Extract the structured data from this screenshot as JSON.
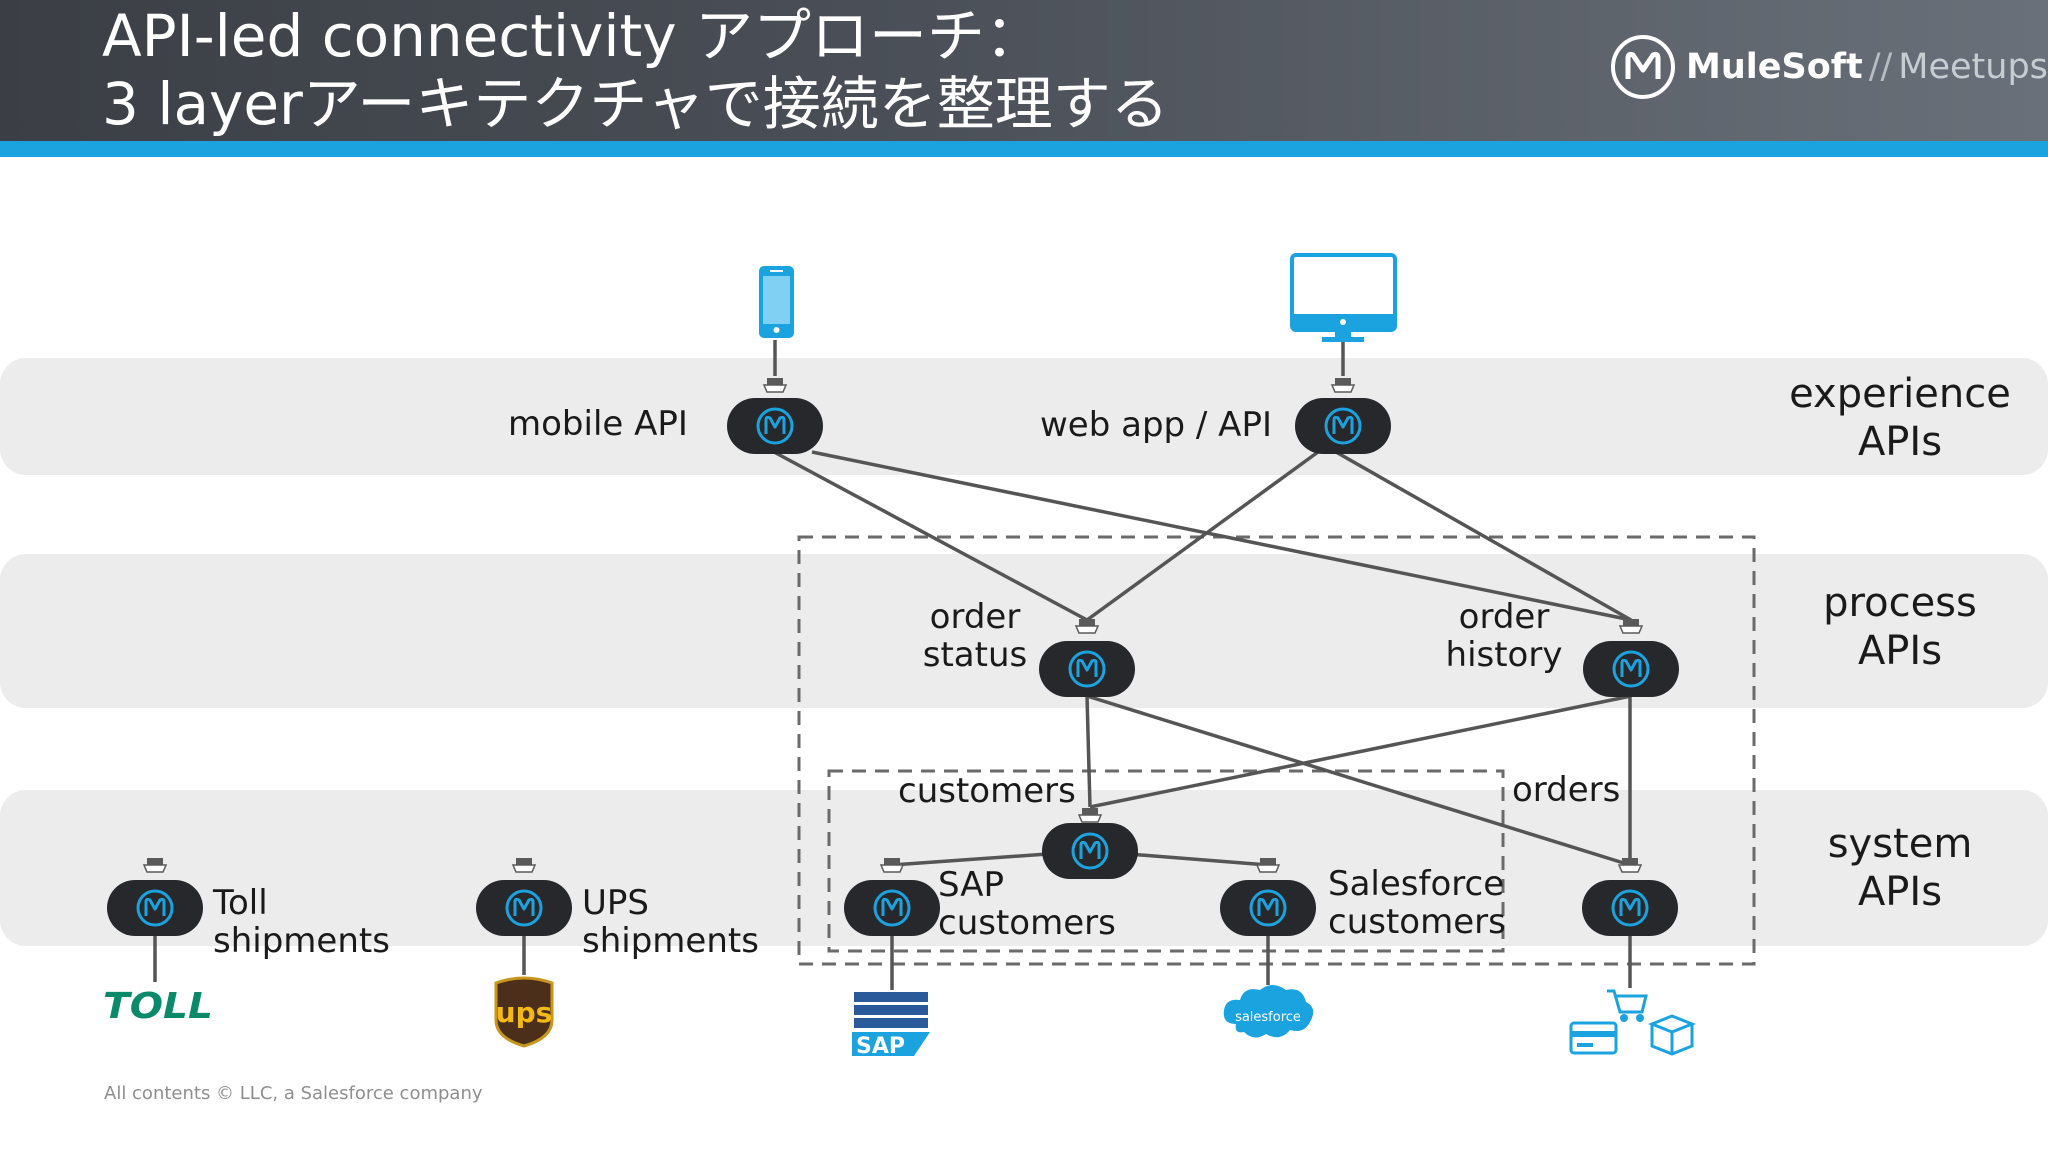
{
  "header": {
    "title_line1": "API-led connectivity アプローチ：",
    "title_line2": "3 layerアーキテクチャで接続を整理する",
    "logo_brand": "MuleSoft",
    "logo_slash": "//",
    "logo_suffix": "Meetups",
    "accent_color": "#1ba3df"
  },
  "layers": {
    "experience": [
      "experience",
      "APIs"
    ],
    "process": [
      "process",
      "APIs"
    ],
    "system": [
      "system",
      "APIs"
    ]
  },
  "nodes": {
    "mobile_api": "mobile API",
    "web_app_api": "web app / API",
    "order_status": [
      "order",
      "status"
    ],
    "order_history": [
      "order",
      "history"
    ],
    "customers": "customers",
    "orders": "orders",
    "sap_customers": [
      "SAP",
      "customers"
    ],
    "salesforce_customers": [
      "Salesforce",
      "customers"
    ],
    "toll_shipments": [
      "Toll",
      "shipments"
    ],
    "ups_shipments": [
      "UPS",
      "shipments"
    ]
  },
  "systems": {
    "toll": "TOLL",
    "ups": "ups",
    "sap": "SAP",
    "salesforce": "salesforce"
  },
  "icons": [
    "mobile-phone-icon",
    "desktop-monitor-icon",
    "mulesoft-logo-icon",
    "shopping-cart-icon",
    "credit-card-icon",
    "package-box-icon"
  ],
  "footer": "All contents © LLC, a Salesforce company"
}
